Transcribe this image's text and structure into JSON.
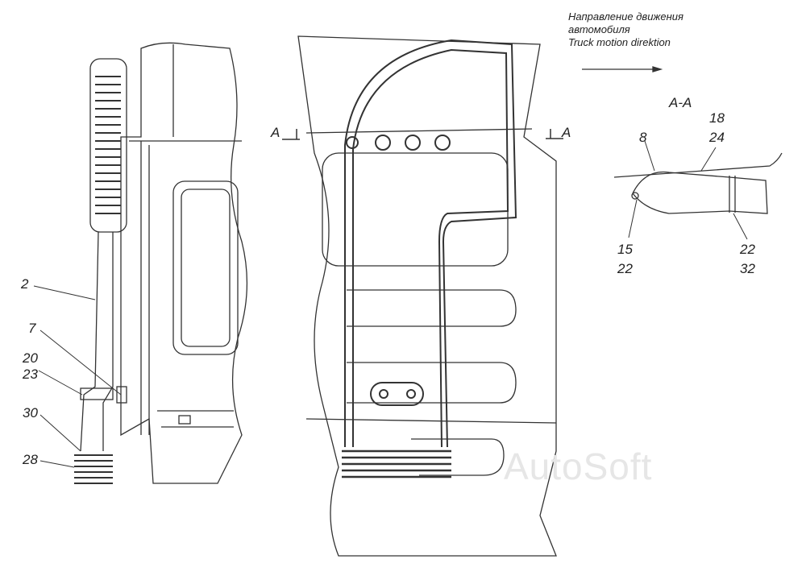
{
  "direction_note": {
    "line1": "Направление движения",
    "line2": "автомобиля",
    "line3": "Truck motion direktion"
  },
  "section_marks": {
    "left": "A",
    "right": "A",
    "section_title": "A-A"
  },
  "callouts_left": {
    "c2": "2",
    "c7": "7",
    "c20": "20",
    "c23": "23",
    "c30": "30",
    "c28": "28"
  },
  "callouts_section": {
    "c8": "8",
    "c18": "18",
    "c24": "24",
    "c15": "15",
    "c22a": "22",
    "c22b": "22",
    "c32": "32"
  },
  "watermark": "AutoSoft"
}
